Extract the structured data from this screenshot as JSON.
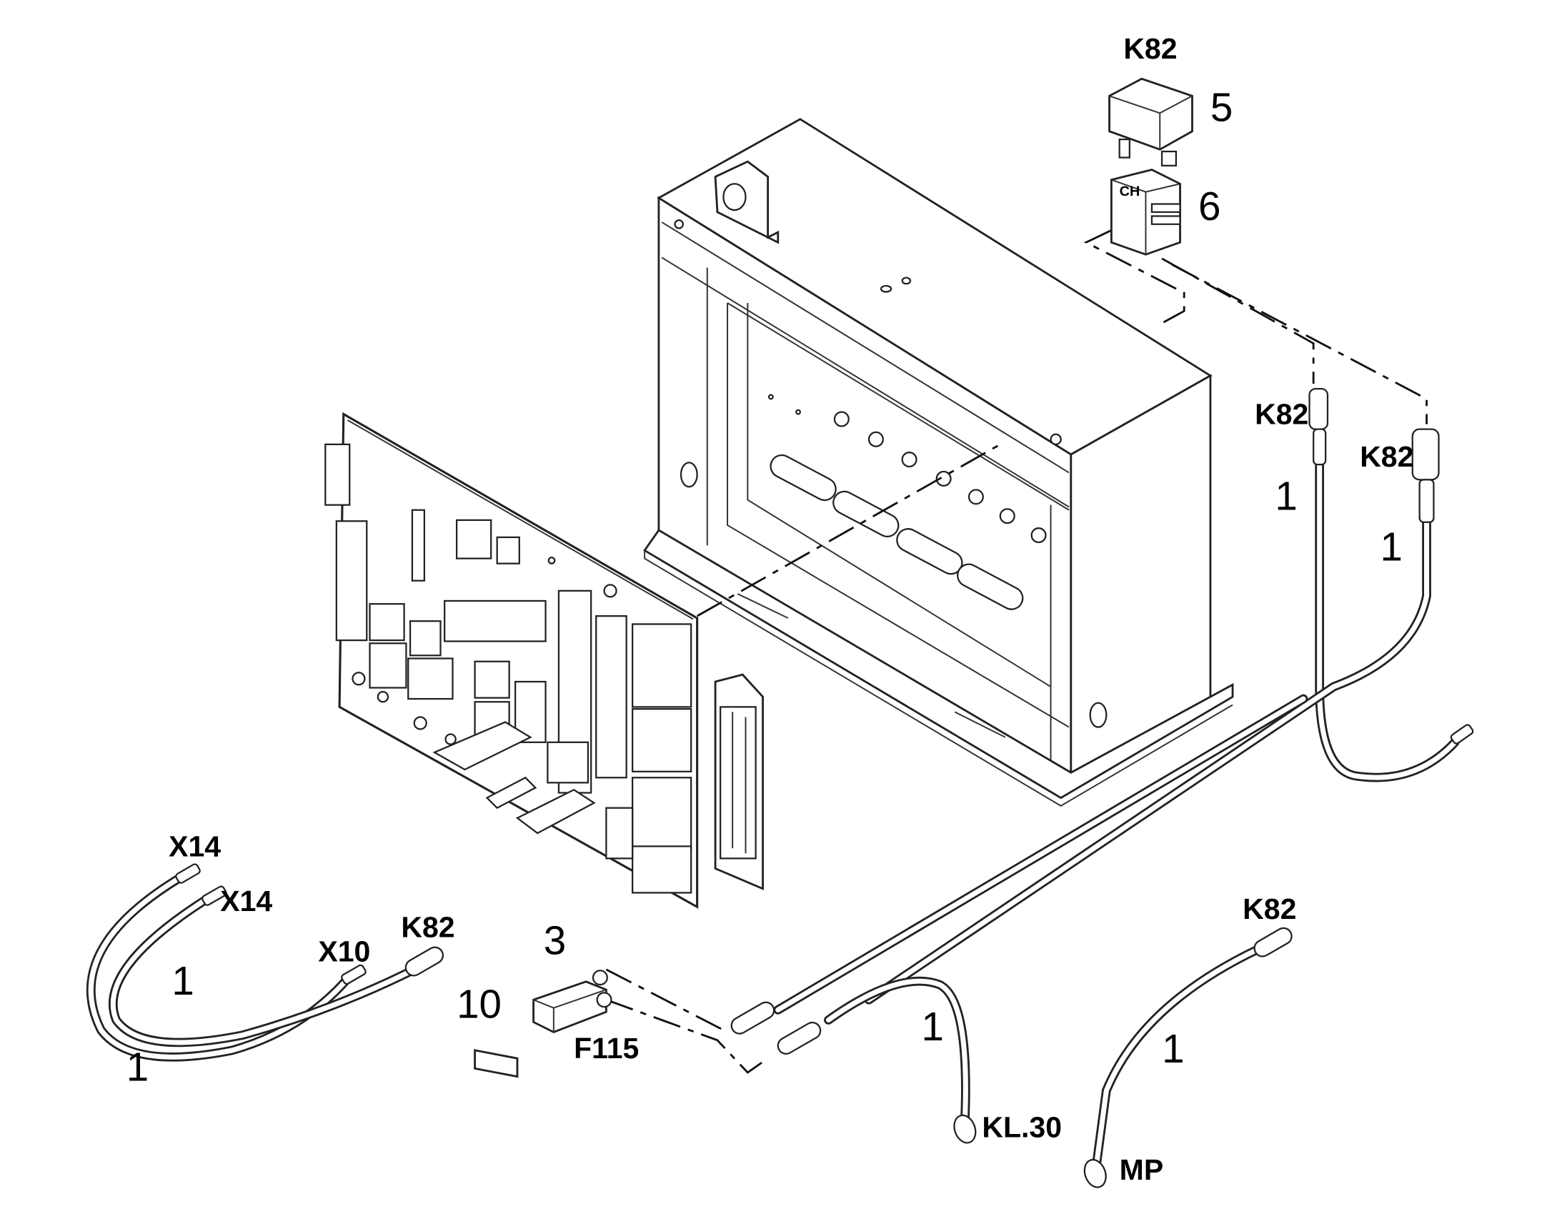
{
  "labels": {
    "relay_k82": "K82",
    "relay_item": "5",
    "socket_item": "6",
    "wire_a_k82": "K82",
    "wire_a_item": "1",
    "wire_b_k82": "K82",
    "wire_b_item": "1",
    "harness_x14_a": "X14",
    "harness_x14_b": "X14",
    "harness_x10": "X10",
    "harness_k82": "K82",
    "harness_item_a": "1",
    "harness_item_b": "1",
    "fuse_item": "3",
    "fuse_name": "F115",
    "label_item": "10",
    "kl30_item": "1",
    "kl30_name": "KL.30",
    "mp_k82": "K82",
    "mp_item": "1",
    "mp_name": "MP"
  }
}
